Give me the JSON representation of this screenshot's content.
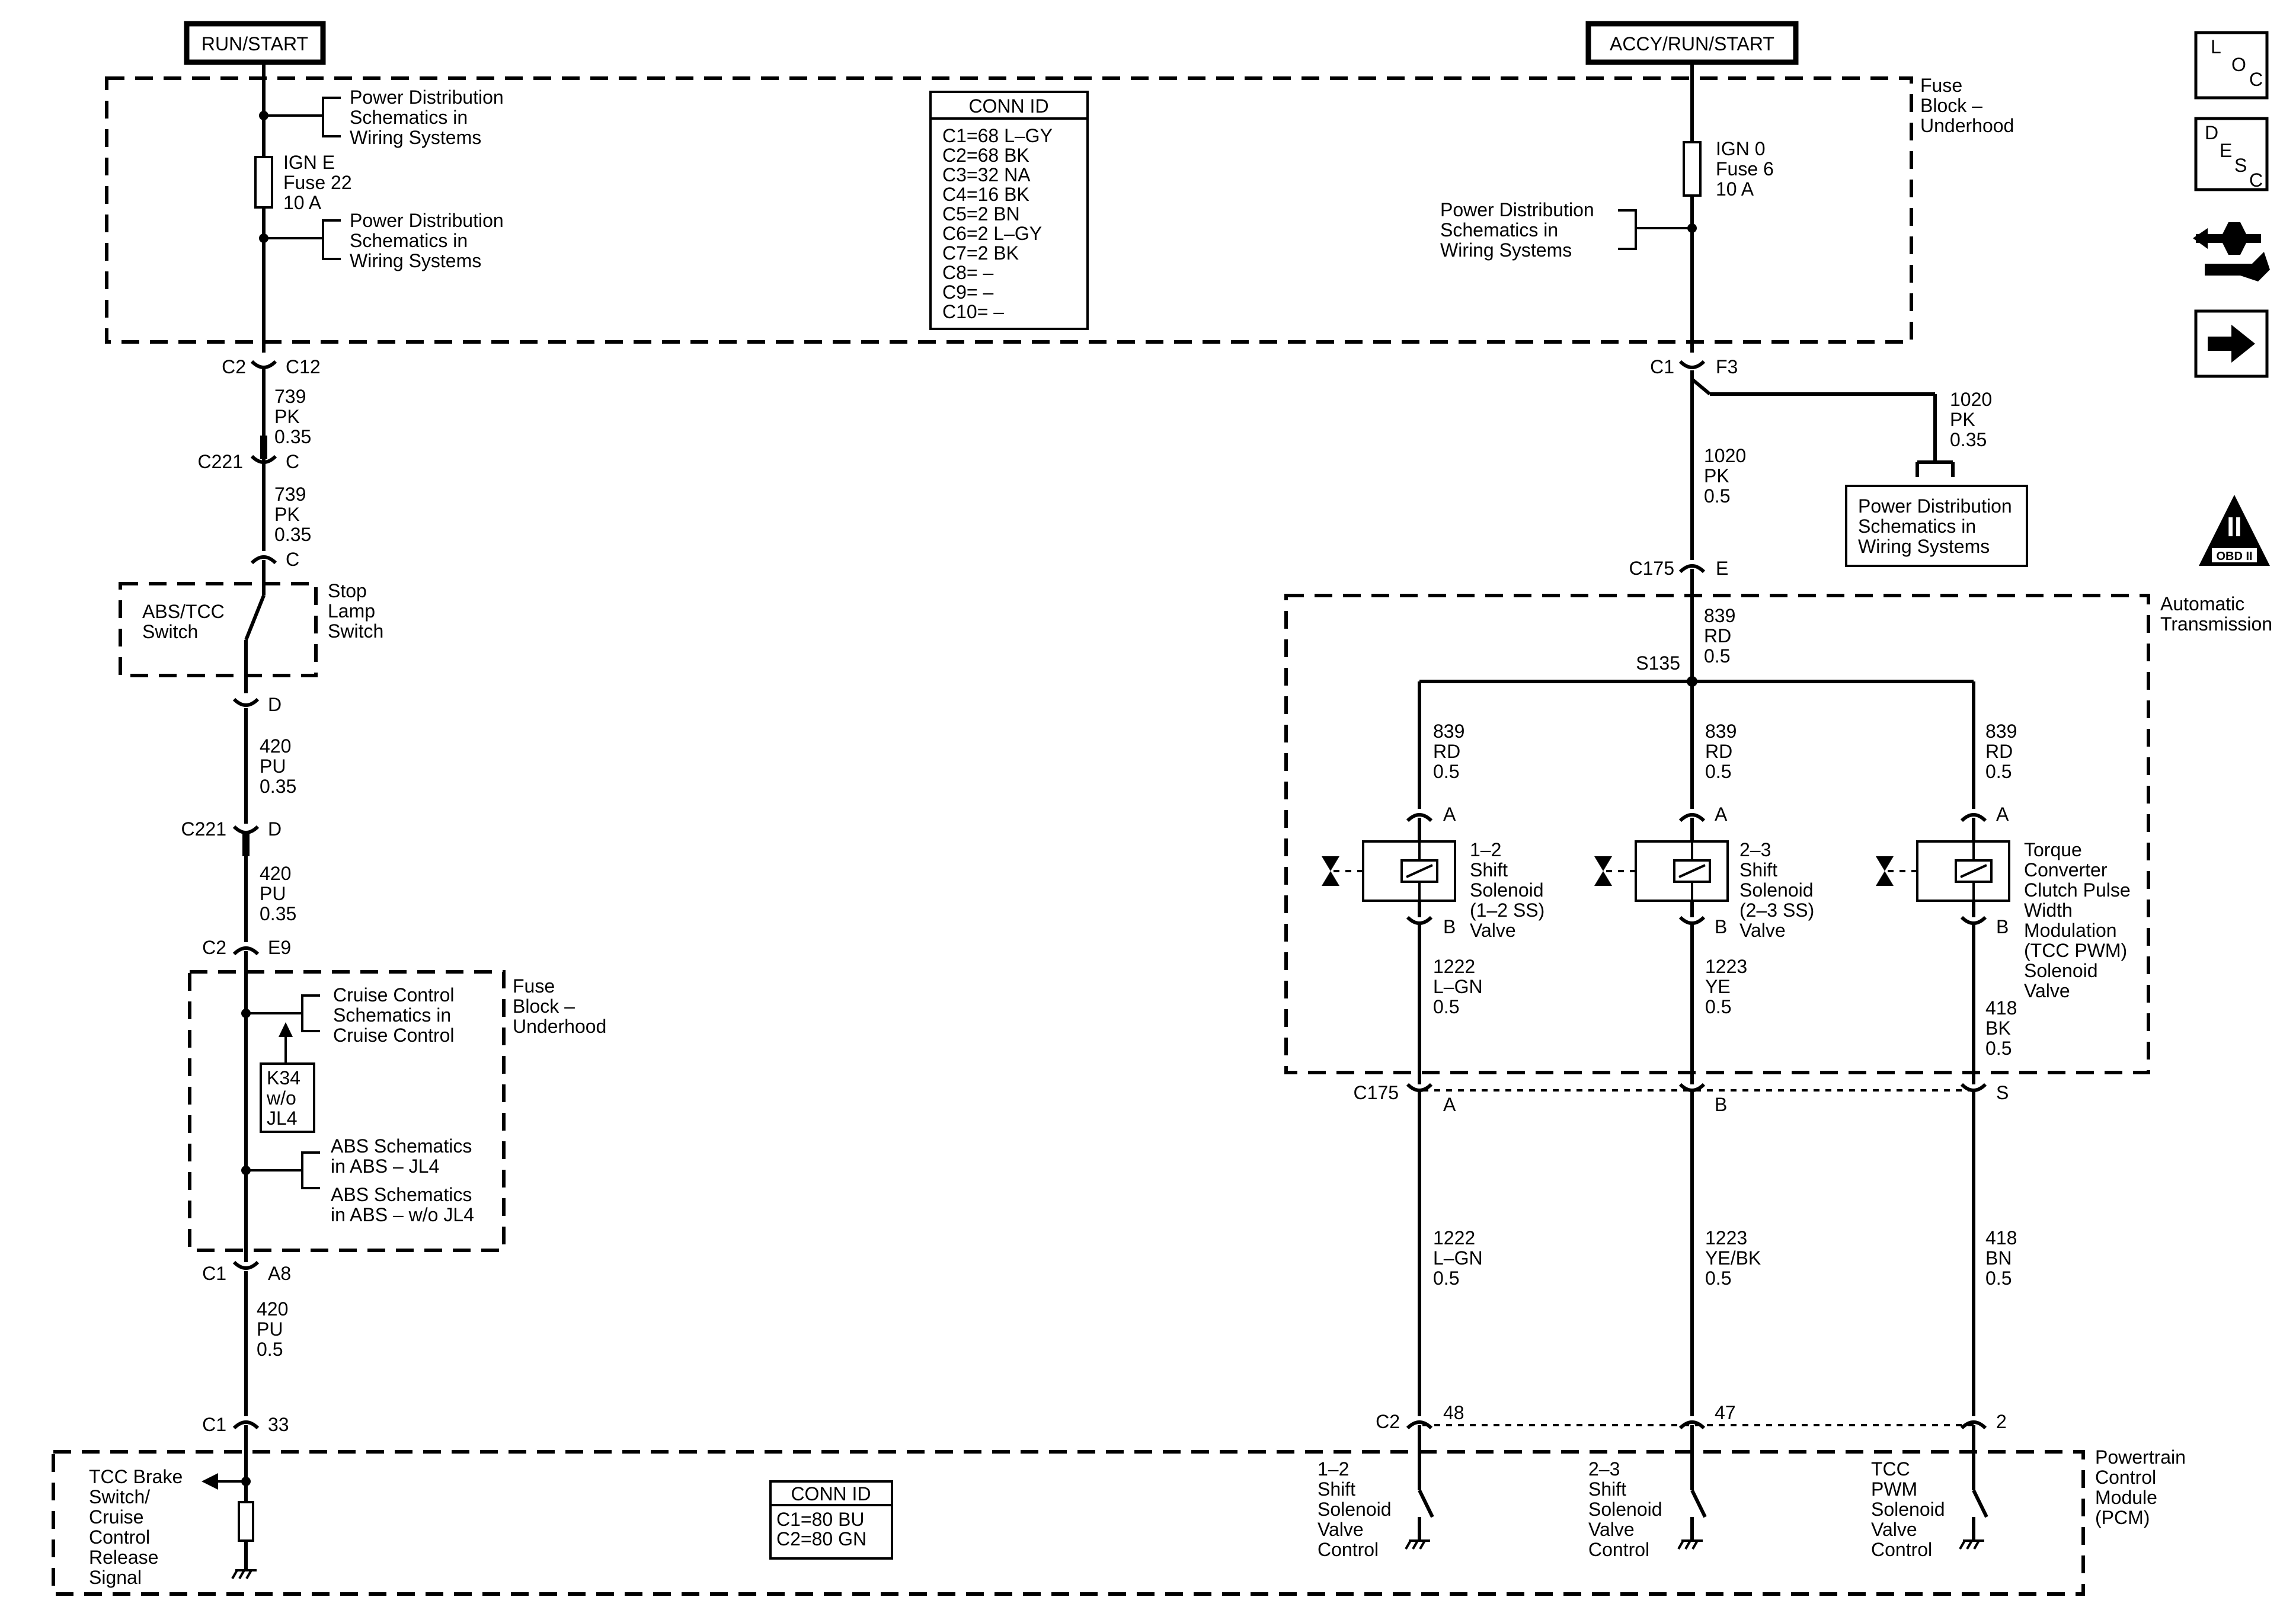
{
  "labels": {
    "run_start": "RUN/START",
    "accy_run_start": "ACCY/RUN/START",
    "fuse_block_top": [
      "Fuse",
      "Block –",
      "Underhood"
    ],
    "fuse_block_left": [
      "Fuse",
      "Block –",
      "Underhood"
    ],
    "automatic_transmission": [
      "Automatic",
      "Transmission"
    ],
    "pcm": [
      "Powertrain",
      "Control",
      "Module",
      "(PCM)"
    ],
    "pds_left_1": [
      "Power Distribution",
      "Schematics in",
      "Wiring Systems"
    ],
    "pds_left_2": [
      "Power Distribution",
      "Schematics in",
      "Wiring Systems"
    ],
    "pds_right": [
      "Power Distribution",
      "Schematics in",
      "Wiring Systems"
    ],
    "pds_box": [
      "Power Distribution",
      "Schematics in",
      "Wiring Systems"
    ],
    "fuse_ign_e": [
      "IGN E",
      "Fuse 22",
      "10 A"
    ],
    "fuse_ign_0": [
      "IGN 0",
      "Fuse 6",
      "10 A"
    ],
    "stop_lamp": [
      "Stop",
      "Lamp",
      "Switch"
    ],
    "abs_tcc": [
      "ABS/TCC",
      "Switch"
    ],
    "cruise": [
      "Cruise Control",
      "Schematics in",
      "Cruise Control"
    ],
    "k34": [
      "K34",
      "w/o",
      "JL4"
    ],
    "abs_1": [
      "ABS Schematics",
      "in ABS – JL4"
    ],
    "abs_2": [
      "ABS Schematics",
      "in ABS – w/o JL4"
    ],
    "tcc_brake": [
      "TCC Brake",
      "Switch/",
      "Cruise",
      "Control",
      "Release",
      "Signal"
    ],
    "sol_12": [
      "1–2",
      "Shift",
      "Solenoid",
      "(1–2 SS)",
      "Valve"
    ],
    "sol_23": [
      "2–3",
      "Shift",
      "Solenoid",
      "(2–3 SS)",
      "Valve"
    ],
    "sol_tcc": [
      "Torque",
      "Converter",
      "Clutch Pulse",
      "Width",
      "Modulation",
      "(TCC PWM)",
      "Solenoid",
      "Valve"
    ],
    "pcm_12": [
      "1–2",
      "Shift",
      "Solenoid",
      "Valve",
      "Control"
    ],
    "pcm_23": [
      "2–3",
      "Shift",
      "Solenoid",
      "Valve",
      "Control"
    ],
    "pcm_tcc": [
      "TCC",
      "PWM",
      "Solenoid",
      "Valve",
      "Control"
    ]
  },
  "conn_id_top": {
    "title": "CONN ID",
    "rows": [
      "C1=68 L–GY",
      "C2=68 BK",
      "C3=32 NA",
      "C4=16 BK",
      "C5=2 BN",
      "C6=2 L–GY",
      "C7=2 BK",
      "C8= –",
      "C9= –",
      "C10= –"
    ]
  },
  "conn_id_bottom": {
    "title": "CONN ID",
    "rows": [
      "C1=80 BU",
      "C2=80 GN"
    ]
  },
  "wires": {
    "w739a": [
      "739",
      "PK",
      "0.35"
    ],
    "w739b": [
      "739",
      "PK",
      "0.35"
    ],
    "w420a": [
      "420",
      "PU",
      "0.35"
    ],
    "w420b": [
      "420",
      "PU",
      "0.35"
    ],
    "w420c": [
      "420",
      "PU",
      "0.5"
    ],
    "w1020a": [
      "1020",
      "PK",
      "0.35"
    ],
    "w1020b": [
      "1020",
      "PK",
      "0.5"
    ],
    "w839": [
      "839",
      "RD",
      "0.5"
    ],
    "w839_1": [
      "839",
      "RD",
      "0.5"
    ],
    "w839_2": [
      "839",
      "RD",
      "0.5"
    ],
    "w839_3": [
      "839",
      "RD",
      "0.5"
    ],
    "w1222a": [
      "1222",
      "L–GN",
      "0.5"
    ],
    "w1223a": [
      "1223",
      "YE",
      "0.5"
    ],
    "w418a": [
      "418",
      "BK",
      "0.5"
    ],
    "w1222b": [
      "1222",
      "L–GN",
      "0.5"
    ],
    "w1223b": [
      "1223",
      "YE/BK",
      "0.5"
    ],
    "w418b": [
      "418",
      "BN",
      "0.5"
    ]
  },
  "pins": {
    "c2": "C2",
    "c12": "C12",
    "c221a": "C221",
    "pin_c1": "C",
    "pin_c2": "C",
    "pin_d1": "D",
    "c221b": "C221",
    "pin_d2": "D",
    "c2b": "C2",
    "e9": "E9",
    "c1a": "C1",
    "a8": "A8",
    "c1b": "C1",
    "p33": "33",
    "c1_top": "C1",
    "f3": "F3",
    "c175": "C175",
    "pin_e": "E",
    "s135": "S135",
    "a1": "A",
    "a2": "A",
    "a3": "A",
    "b1": "B",
    "b2": "B",
    "b3": "B",
    "c175b": "C175",
    "pa": "A",
    "pb": "B",
    "ps": "S",
    "c2_pcm": "C2",
    "p48": "48",
    "p47": "47",
    "p2": "2"
  },
  "side_icons": {
    "loc": [
      "L",
      "O",
      "C"
    ],
    "desc": [
      "D",
      "E",
      "S",
      "C"
    ],
    "obd": [
      "II",
      "OBD II"
    ],
    "icon_names": [
      "loc-icon",
      "desc-icon",
      "connector-wrench-icon",
      "arrow-right-icon",
      "obd-ii-icon"
    ]
  }
}
